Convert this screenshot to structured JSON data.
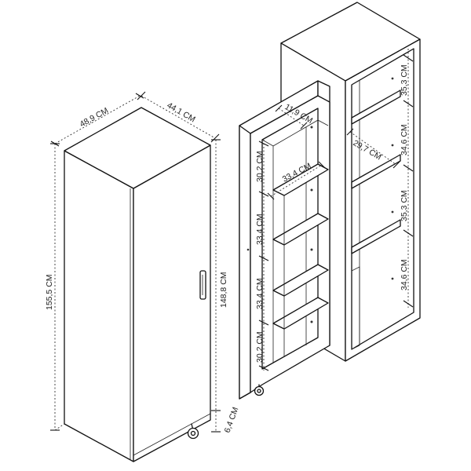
{
  "dimensions": {
    "closed_depth": "48,9 CM",
    "closed_width": "44,1 CM",
    "closed_height": "155,5 CM",
    "door_height": "148,8 CM",
    "wheel_height": "6,4 CM",
    "drawer_depth": "11,9 CM",
    "drawer_shelf_width": "33,4 CM",
    "drawer_compartment_1": "30,2 CM",
    "drawer_compartment_2": "33,4 CM",
    "drawer_compartment_3": "33,4 CM",
    "drawer_compartment_4": "30,2 CM",
    "shelf_depth": "29,7 CM",
    "shelf_gap_1": "35,3 CM",
    "shelf_gap_2": "34,6 CM",
    "shelf_gap_3": "35,3 CM",
    "shelf_gap_4": "34,6 CM"
  }
}
